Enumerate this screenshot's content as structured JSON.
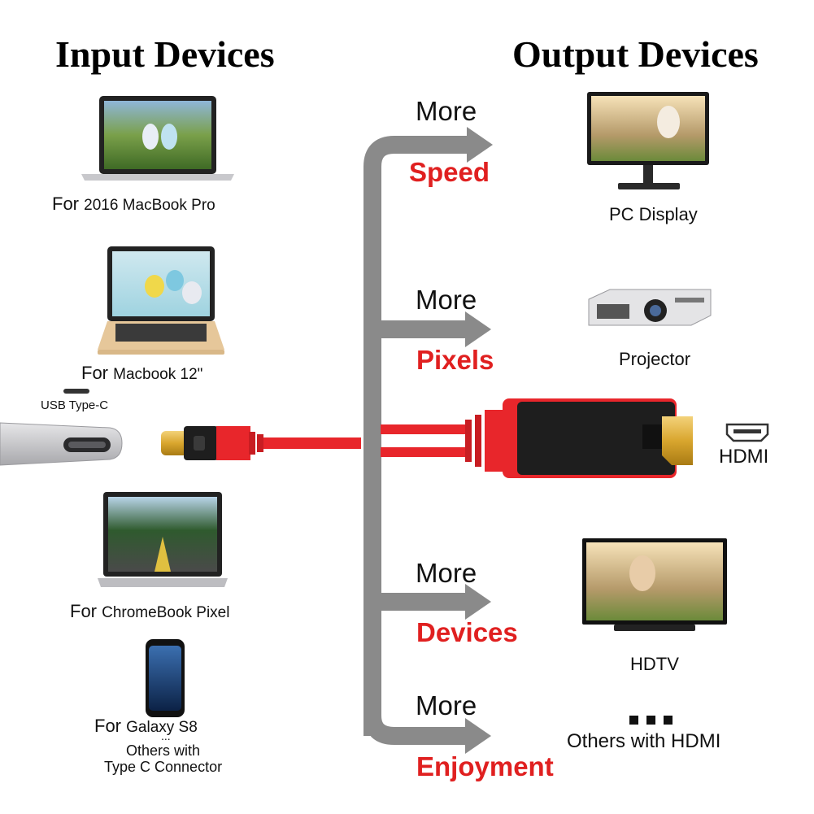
{
  "headings": {
    "input": "Input Devices",
    "output": "Output Devices"
  },
  "inputs": {
    "macbook_pro": {
      "prefix": "For",
      "name": "2016 MacBook Pro"
    },
    "macbook_12": {
      "prefix": "For",
      "name": "Macbook 12\""
    },
    "usb_type_c": "USB Type-C",
    "chromebook": {
      "prefix": "For",
      "name": "ChromeBook Pixel"
    },
    "galaxy": {
      "prefix": "For",
      "name": "Galaxy S8",
      "dots": "...",
      "others_line1": "Others with",
      "others_line2": "Type C Connector"
    }
  },
  "features": [
    {
      "word": "More",
      "label": "Speed"
    },
    {
      "word": "More",
      "label": "Pixels"
    },
    {
      "word": "More",
      "label": "Devices"
    },
    {
      "word": "More",
      "label": "Enjoyment"
    }
  ],
  "outputs": {
    "pc_display": "PC Display",
    "projector": "Projector",
    "hdmi": "HDMI",
    "hdtv": "HDTV",
    "others_dots": "...",
    "others": "Others with HDMI"
  },
  "colors": {
    "cable_red": "#e8262b",
    "arrow_gray": "#8a8a8a",
    "label_red": "#e02020",
    "connector_gold": "#d9a62e"
  }
}
